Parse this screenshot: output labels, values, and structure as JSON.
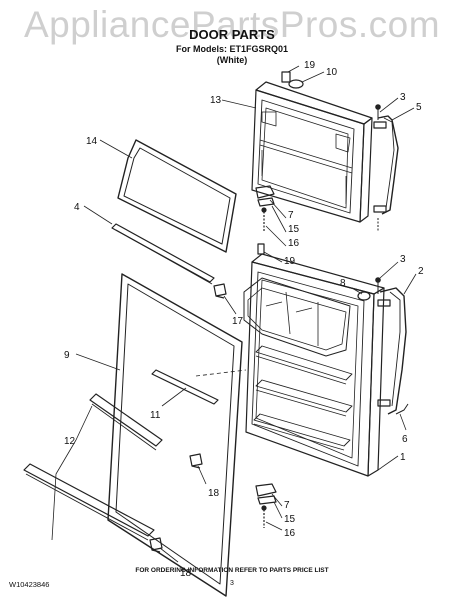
{
  "watermark": "AppliancePartsPros.com",
  "header": {
    "title": "DOOR PARTS",
    "for_models": "For Models: ET1FGSRQ01",
    "color": "(White)"
  },
  "callouts": [
    "19",
    "10",
    "13",
    "3",
    "5",
    "14",
    "4",
    "7",
    "15",
    "16",
    "19",
    "8",
    "3",
    "2",
    "17",
    "9",
    "11",
    "12",
    "6",
    "1",
    "18",
    "7",
    "15",
    "16",
    "18"
  ],
  "footer": {
    "doc_number": "W10423846",
    "ordering_note": "FOR ORDERING INFORMATION REFER TO PARTS PRICE LIST",
    "page": "3"
  }
}
